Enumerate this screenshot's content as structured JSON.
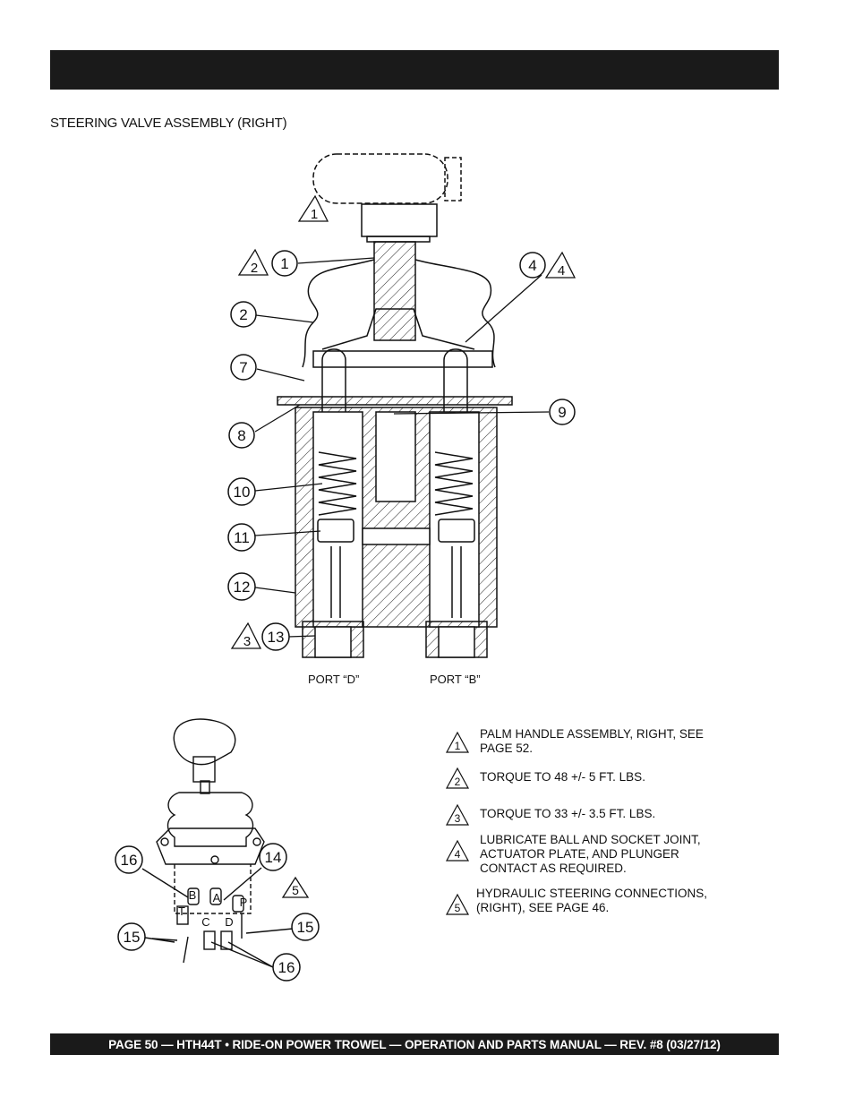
{
  "header": {
    "title": ""
  },
  "section_title": "STEERING VALVE ASSEMBLY (RIGHT)",
  "ports": {
    "left": "PORT “D”",
    "right": "PORT “B”"
  },
  "callouts": {
    "c1": "1",
    "c2": "2",
    "c4": "4",
    "c7": "7",
    "c8": "8",
    "c9": "9",
    "c10": "10",
    "c11": "11",
    "c12": "12",
    "c13": "13",
    "c14": "14",
    "c15a": "15",
    "c15b": "15",
    "c16a": "16",
    "c16b": "16"
  },
  "triangles": {
    "t1": "1",
    "t2": "2",
    "t3": "3",
    "t4": "4",
    "t5": "5"
  },
  "port_letters": {
    "b": "B",
    "a": "A",
    "t": "T",
    "p": "P",
    "c": "C",
    "d": "D"
  },
  "notes": [
    {
      "num": "1",
      "text": "PALM HANDLE ASSEMBLY, RIGHT, SEE PAGE 52."
    },
    {
      "num": "2",
      "text": "TORQUE TO 48 +/- 5 FT. LBS."
    },
    {
      "num": "3",
      "text": "TORQUE TO 33 +/- 3.5 FT. LBS."
    },
    {
      "num": "4",
      "text": "LUBRICATE BALL AND SOCKET JOINT, ACTUATOR PLATE, AND PLUNGER CONTACT AS REQUIRED."
    },
    {
      "num": "5",
      "text": "HYDRAULIC STEERING CONNECTIONS, (RIGHT), SEE PAGE 46."
    }
  ],
  "footer": {
    "text": "PAGE 50 — HTH44T • RIDE-ON POWER TROWEL —  OPERATION AND PARTS MANUAL — REV. #8 (03/27/12)"
  }
}
